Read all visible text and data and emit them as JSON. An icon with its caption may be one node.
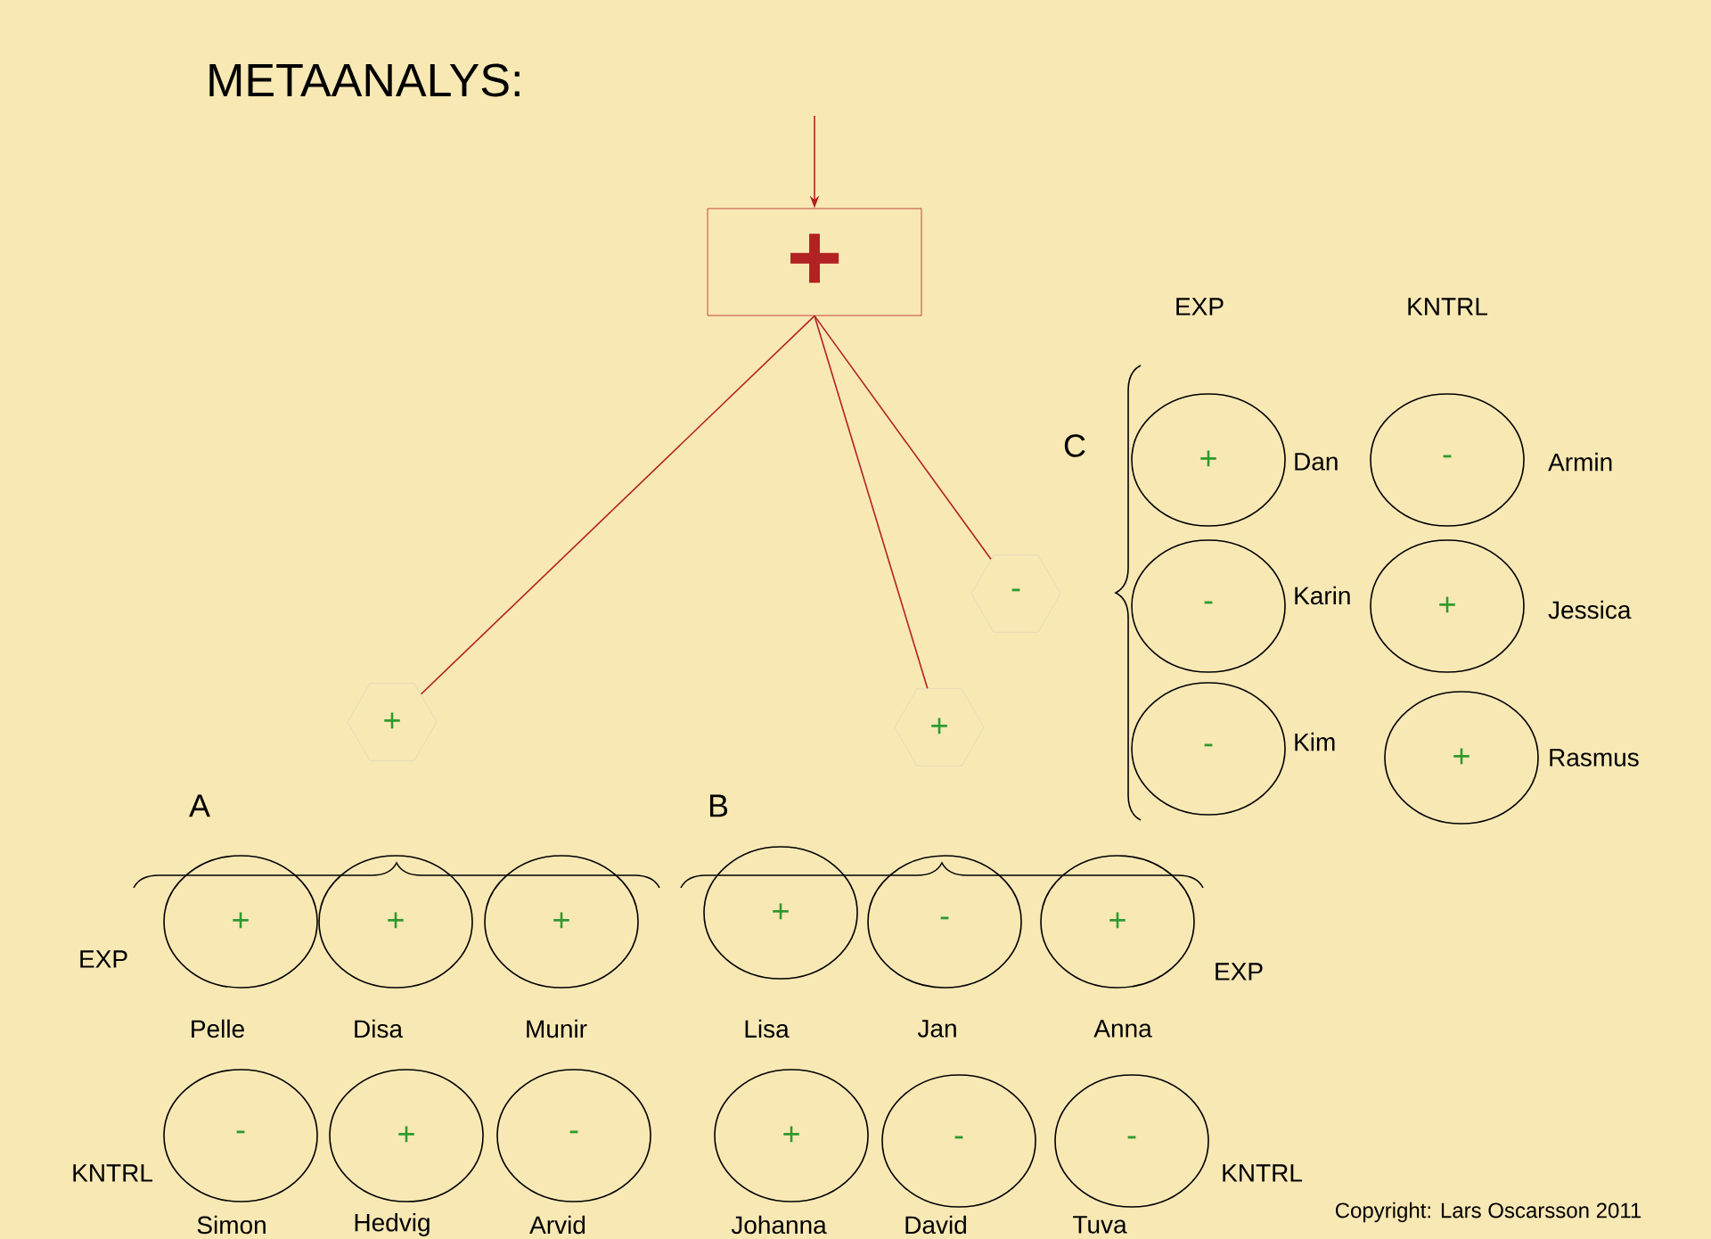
{
  "diagram": {
    "title": "METAANALYS:",
    "nodes": [
      {
        "text": [
          "+"
        ]
      },
      {
        "text": [
          "+"
        ]
      },
      {
        "text": [
          "+"
        ]
      },
      {
        "text": [
          "-"
        ]
      },
      {
        "text": [
          "+"
        ],
        "beside": [
          "Pelle"
        ]
      },
      {
        "text": [
          "+"
        ],
        "beside": [
          "Disa"
        ]
      },
      {
        "text": [
          "+"
        ],
        "beside": [
          "Munir"
        ]
      },
      {
        "text": [
          "+"
        ],
        "beside": [
          "Lisa"
        ]
      },
      {
        "text": [
          "-"
        ],
        "beside": [
          "Jan"
        ]
      },
      {
        "text": [
          "+"
        ],
        "beside": [
          "Anna"
        ]
      },
      {
        "text": [
          "-"
        ],
        "beside": [
          "Simon"
        ]
      },
      {
        "text": [
          "+"
        ],
        "beside": [
          "Hedvig"
        ]
      },
      {
        "text": [
          "-"
        ],
        "beside": [
          "Arvid"
        ]
      },
      {
        "text": [
          "+"
        ],
        "beside": [
          "Johanna"
        ]
      },
      {
        "text": [
          "-"
        ],
        "beside": [
          "David"
        ]
      },
      {
        "text": [
          "-"
        ],
        "beside": [
          "Tuva"
        ]
      },
      {
        "text": [
          "+"
        ],
        "beside": [
          "Dan"
        ]
      },
      {
        "text": [
          "-"
        ],
        "beside": [
          "Armin"
        ]
      },
      {
        "text": [
          "-"
        ],
        "beside": [
          "Karin"
        ]
      },
      {
        "text": [
          "+"
        ],
        "beside": [
          "Jessica"
        ]
      },
      {
        "text": [
          "-"
        ],
        "beside": [
          "Kim"
        ]
      },
      {
        "text": [
          "+"
        ],
        "beside": [
          "Rasmus"
        ]
      }
    ],
    "edges": [
      {
        "from": null,
        "to": 0,
        "arrow": "to"
      },
      {
        "from": 0,
        "to": 1,
        "arrow": "none"
      },
      {
        "from": 0,
        "to": 2,
        "arrow": "none"
      },
      {
        "from": 0,
        "to": 3,
        "arrow": "none"
      }
    ],
    "labels": [
      "EXP",
      "KNTRL",
      "C",
      "A",
      "B",
      "EXP",
      "EXP",
      "KNTRL",
      "KNTRL",
      "Copyright: Lars Oscarsson 2011"
    ]
  }
}
